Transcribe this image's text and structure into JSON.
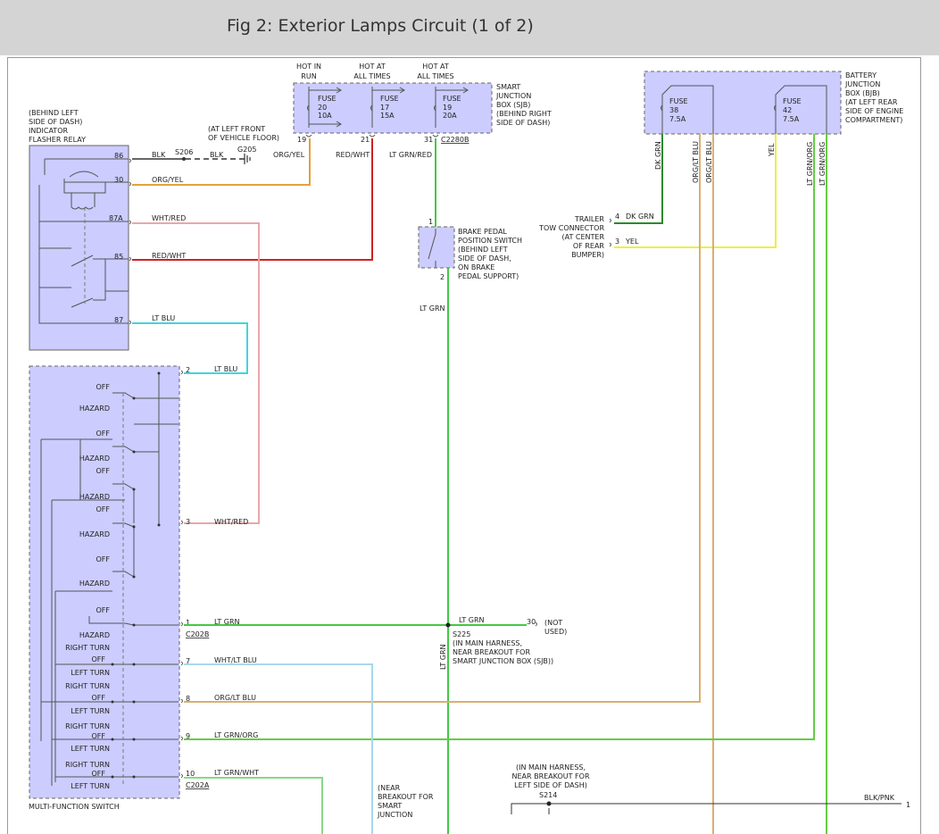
{
  "title": "Fig 2: Exterior Lamps Circuit (1 of 2)",
  "colors": {
    "org_yel": "#e2a33c",
    "red_wht": "#cc2222",
    "wht_red": "#e8a8a8",
    "lt_blu": "#44d4dc",
    "lt_grn": "#44c844",
    "dk_grn": "#2a8a2a",
    "yel": "#eeee44",
    "org_lt_blu": "#d8b070",
    "wht_lt_blu": "#a8d8ec",
    "lt_grn_org": "#66cc44",
    "lt_grn_wht": "#88d888",
    "blk": "#333333"
  },
  "sjb": {
    "header_hot_in": "HOT IN",
    "header_run": "RUN",
    "header_hot_at_1": "HOT AT",
    "header_all_times_1": "ALL TIMES",
    "header_hot_at_2": "HOT AT",
    "header_all_times_2": "ALL TIMES",
    "label": [
      "SMART",
      "JUNCTION",
      "BOX (SJB)",
      "(BEHIND RIGHT",
      "SIDE OF DASH)"
    ],
    "fuses": [
      {
        "name": "FUSE",
        "num": "20",
        "amp": "10A",
        "pin": "19"
      },
      {
        "name": "FUSE",
        "num": "17",
        "amp": "15A",
        "pin": "21"
      },
      {
        "name": "FUSE",
        "num": "19",
        "amp": "20A",
        "pin": "31"
      }
    ],
    "connector": "C2280B"
  },
  "bjb": {
    "label": [
      "BATTERY",
      "JUNCTION",
      "BOX (BJB)",
      "(AT LEFT REAR",
      "SIDE OF ENGINE",
      "COMPARTMENT)"
    ],
    "fuses": [
      {
        "name": "FUSE",
        "num": "38",
        "amp": "7.5A"
      },
      {
        "name": "FUSE",
        "num": "42",
        "amp": "7.5A"
      }
    ],
    "wires": [
      "DK GRN",
      "ORG/LT BLU",
      "ORG/LT BLU",
      "YEL",
      "LT GRN/ORG",
      "LT GRN/ORG"
    ]
  },
  "relay": {
    "label": [
      "(BEHIND LEFT",
      "SIDE OF DASH)",
      "INDICATOR",
      "FLASHER RELAY"
    ],
    "pins": [
      "86",
      "30",
      "87A",
      "85",
      "87"
    ],
    "wires": [
      "BLK",
      "ORG/YEL",
      "WHT/RED",
      "RED/WHT",
      "LT BLU"
    ]
  },
  "ground": {
    "splice": "S206",
    "wire": "BLK",
    "name": "G205",
    "loc": [
      "(AT LEFT FRONT",
      "OF VEHICLE FLOOR)"
    ]
  },
  "wire_labels": {
    "org_yel": "ORG/YEL",
    "red_wht": "RED/WHT",
    "lt_grn_red": "LT GRN/RED",
    "lt_grn": "LT GRN"
  },
  "brake_switch": {
    "label": [
      "BRAKE PEDAL",
      "POSITION SWITCH",
      "(BEHIND LEFT",
      "SIDE OF DASH,",
      "ON BRAKE",
      "PEDAL SUPPORT)"
    ],
    "pin_top": "1",
    "pin_bottom": "2"
  },
  "trailer": {
    "label": [
      "TRAILER",
      "TOW CONNECTOR",
      "(AT CENTER",
      "OF REAR",
      "BUMPER)"
    ],
    "pins": [
      {
        "pin": "4",
        "wire": "DK GRN"
      },
      {
        "pin": "3",
        "wire": "YEL"
      }
    ]
  },
  "mfs": {
    "label": "MULTI-FUNCTION SWITCH",
    "positions": [
      "OFF",
      "HAZARD",
      "OFF",
      "HAZARD",
      "OFF",
      "HAZARD",
      "OFF",
      "HAZARD",
      "OFF",
      "HAZARD",
      "OFF",
      "HAZARD",
      "RIGHT TURN",
      "OFF",
      "LEFT TURN",
      "RIGHT TURN",
      "OFF",
      "LEFT TURN",
      "RIGHT TURN",
      "OFF",
      "LEFT TURN",
      "RIGHT TURN",
      "OFF",
      "LEFT TURN"
    ],
    "pins": [
      {
        "pin": "2",
        "wire": "LT BLU"
      },
      {
        "pin": "3",
        "wire": "WHT/RED"
      },
      {
        "pin": "1",
        "wire": "LT GRN"
      },
      {
        "pin": "7",
        "wire": "WHT/LT BLU"
      },
      {
        "pin": "8",
        "wire": "ORG/LT BLU"
      },
      {
        "pin": "9",
        "wire": "LT GRN/ORG"
      },
      {
        "pin": "10",
        "wire": "LT GRN/WHT"
      }
    ],
    "connector_b": "C202B",
    "connector_a": "C202A"
  },
  "s225": {
    "name": "S225",
    "wire": "LT GRN",
    "vertical_wire": "LT GRN",
    "pin": "30",
    "not_used": [
      "(NOT",
      "USED)"
    ],
    "loc": [
      "(IN MAIN HARNESS,",
      "NEAR BREAKOUT FOR",
      "SMART JUNCTION BOX (SJB))"
    ]
  },
  "near_breakout": [
    "(NEAR",
    "BREAKOUT FOR",
    "SMART",
    "JUNCTION"
  ],
  "s214": {
    "loc": [
      "(IN MAIN HARNESS,",
      "NEAR BREAKOUT FOR",
      "LEFT SIDE OF DASH)"
    ],
    "name": "S214",
    "wire": "BLK/PNK",
    "pin": "1"
  }
}
